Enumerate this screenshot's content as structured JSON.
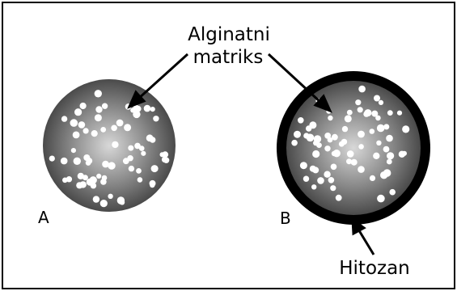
{
  "labels": {
    "matrix_line1": "Alginatni",
    "matrix_line2": "matriks",
    "bead_a": "A",
    "bead_b": "B",
    "coating": "Hitozan"
  },
  "colors": {
    "bead_center": "#d8d8d8",
    "bead_edge": "#4a4a4a",
    "coating": "#000000",
    "particles": "#ffffff",
    "text": "#000000"
  },
  "beads": [
    {
      "name": "bead-a",
      "coated": false
    },
    {
      "name": "bead-b",
      "coated": true
    }
  ]
}
